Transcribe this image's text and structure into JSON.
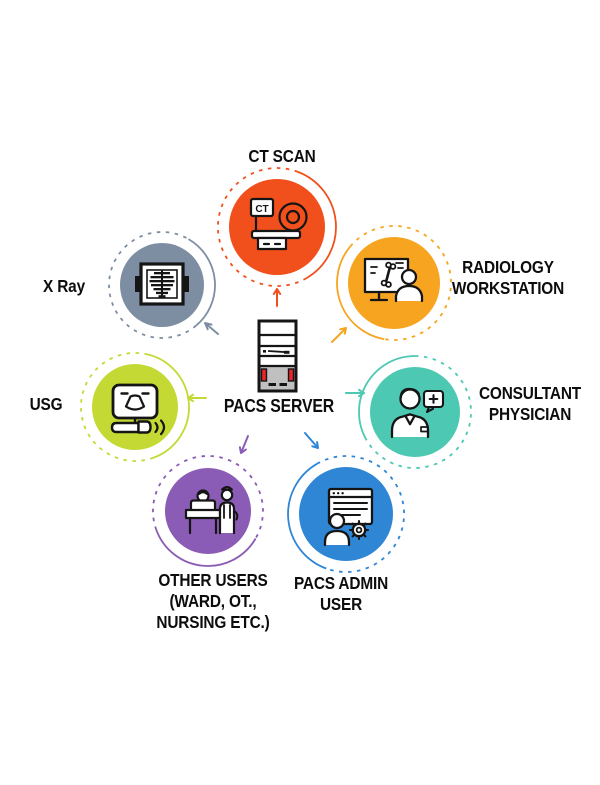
{
  "diagram": {
    "center": {
      "label": "PACS SERVER",
      "icon": "server-tower-icon",
      "panel_color": "#C0C0C0",
      "light_color": "#E8262A"
    },
    "nodes": {
      "ct_scan": {
        "label": "CT SCAN",
        "color": "#F1501C",
        "icon": "ct-scanner-icon",
        "icon_text": "CT"
      },
      "x_ray": {
        "label": "X Ray",
        "color": "#7D8EA3",
        "icon": "x-ray-film-icon"
      },
      "radiology": {
        "label": "RADIOLOGY\nWORKSTATION",
        "color": "#F7A520",
        "icon": "radiology-monitor-icon"
      },
      "consultant": {
        "label": "CONSULTANT\nPHYSICIAN",
        "color": "#4DC8B3",
        "icon": "doctor-chat-icon"
      },
      "pacs_admin": {
        "label": "PACS ADMIN\nUSER",
        "color": "#2F86D5",
        "icon": "admin-user-gear-icon"
      },
      "other_users": {
        "label": "OTHER USERS\n(WARD, OT.,\nNURSING ETC.)",
        "color": "#8A5CB5",
        "icon": "patient-bed-nurse-icon"
      },
      "usg": {
        "label": "USG",
        "color": "#C4D934",
        "icon": "ultrasound-machine-icon"
      }
    }
  }
}
